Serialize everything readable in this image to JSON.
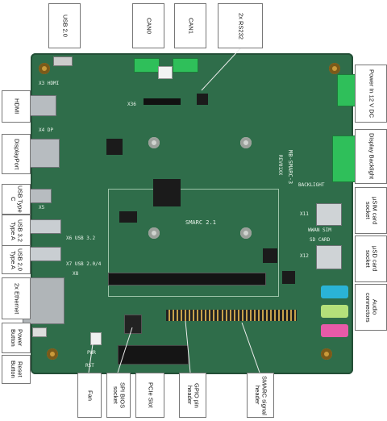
{
  "labels": {
    "usb20_top": "USB 2.0",
    "can0": "CAN0",
    "can1": "CAN1",
    "rs232": "2x RS232",
    "power12v": "Power In 12 V DC",
    "backlight": "Display Backlight",
    "usim": "µSIM card socket",
    "usd": "µSD card socket",
    "audio": "Audio connectors",
    "hdmi": "HDMI",
    "displayport": "DisplayPort",
    "usbc": "USB Type C",
    "usb32": "USB 3.2 Type A",
    "usb20_a": "USB 2.0 Type A",
    "ethernet": "2x Ethernet",
    "power_button": "Power Button",
    "reset_button": "Reset Button",
    "fan": "Fan",
    "spi_bios": "SPI BIOS socket",
    "pcie": "PCIe Slot",
    "gpio": "GPIO pin header",
    "smarc_signal": "SMARC signal header"
  },
  "silkscreen": {
    "smarc": "SMARC 2.1",
    "board_name": "MB-SMARC-3",
    "hdmi": "X3 HDMI",
    "dp": "X4 DP",
    "backlight": "BACKLIGHT",
    "wwan_sim": "WWAN SIM",
    "sd_card": "SD CARD",
    "x6_usb": "X6 USB 3.2",
    "x7_usb": "X7 USB 2.0/4",
    "pwr": "PWR",
    "rst": "RST",
    "x5": "X5",
    "x8": "X8",
    "x11": "X11",
    "x12": "X12",
    "x36": "X36",
    "rev": "REV01XX"
  },
  "colors": {
    "pcb": "#2f6d4a",
    "terminal_green": "#2fbf5a",
    "audio_blue": "#2ab3d6",
    "audio_green": "#b4e07a",
    "audio_pink": "#e85aa8"
  }
}
